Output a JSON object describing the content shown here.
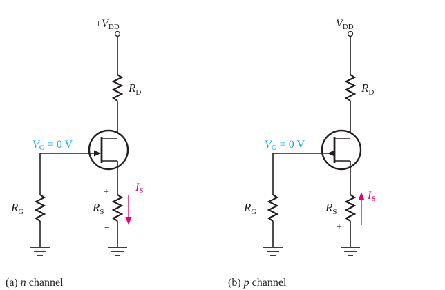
{
  "colors": {
    "ink": "#231f20",
    "gate_label": "#00a6e0",
    "current": "#e6007e"
  },
  "circuits": [
    {
      "supply_sign": "+",
      "supply_symbol": "V",
      "supply_sub": "DD",
      "rd_symbol": "R",
      "rd_sub": "D",
      "vg_symbol": "V",
      "vg_sub": "G",
      "vg_value": " = 0 V",
      "rg_symbol": "R",
      "rg_sub": "G",
      "rs_symbol": "R",
      "rs_sub": "S",
      "rs_top_sign": "+",
      "rs_bottom_sign": "−",
      "is_symbol": "I",
      "is_sub": "S",
      "current_direction": "down",
      "caption_prefix": "(a) ",
      "caption_letter": "n",
      "caption_suffix": " channel"
    },
    {
      "supply_sign": "−",
      "supply_symbol": "V",
      "supply_sub": "DD",
      "rd_symbol": "R",
      "rd_sub": "D",
      "vg_symbol": "V",
      "vg_sub": "G",
      "vg_value": " = 0 V",
      "rg_symbol": "R",
      "rg_sub": "G",
      "rs_symbol": "R",
      "rs_sub": "S",
      "rs_top_sign": "−",
      "rs_bottom_sign": "+",
      "is_symbol": "I",
      "is_sub": "S",
      "current_direction": "up",
      "caption_prefix": "(b) ",
      "caption_letter": "p",
      "caption_suffix": " channel"
    }
  ]
}
